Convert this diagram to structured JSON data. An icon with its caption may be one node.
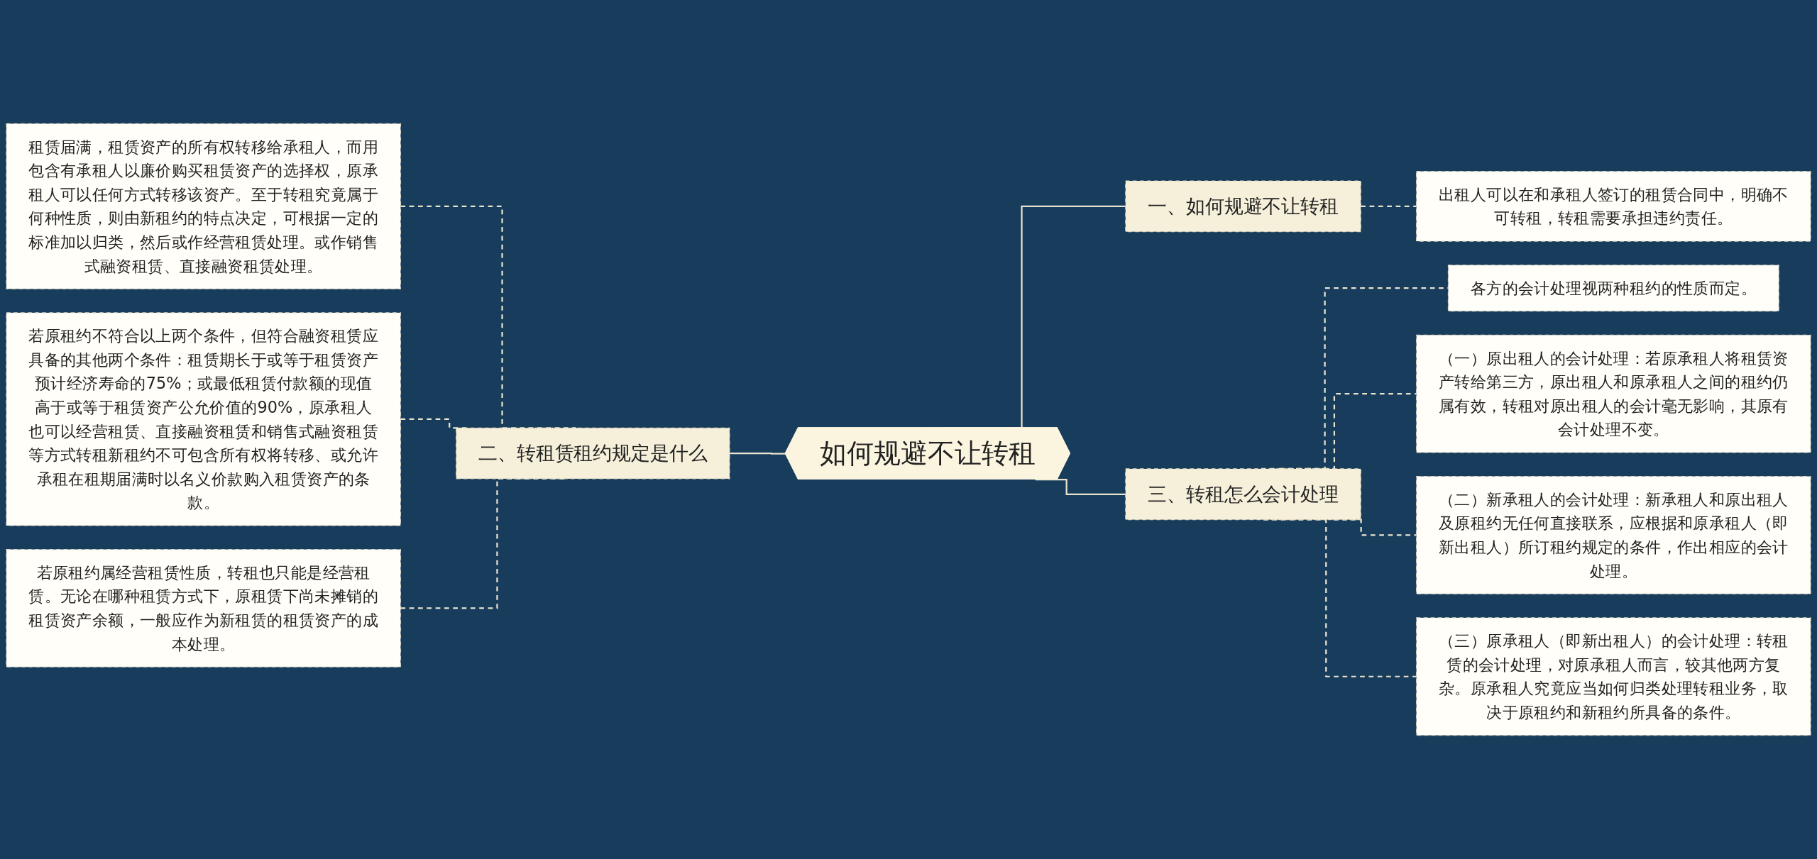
{
  "diagram": {
    "nodes": [
      {
        "text": [
          "如何规避不让转租"
        ]
      },
      {
        "text": [
          "一、如何规避不让转租"
        ]
      },
      {
        "text": [
          "出租人可以在和承租人签订的租赁合同中，明确不可转租，转租需要承担违约责任。"
        ]
      },
      {
        "text": [
          "二、转租赁租约规定是什么"
        ]
      },
      {
        "text": [
          "租赁届满，租赁资产的所有权转移给承租人，而用包含有承租人以廉价购买租赁资产的选择权，原承租人可以任何方式转移该资产。至于转租究竟属于何种性质，则由新租约的特点决定，可根据一定的标准加以归类，然后或作经营租赁处理。或作销售式融资租赁、直接融资租赁处理。"
        ]
      },
      {
        "text": [
          "若原租约不符合以上两个条件，但符合融资租赁应具备的其他两个条件：租赁期长于或等于租赁资产预计经济寿命的75%；或最低租赁付款额的现值高于或等于租赁资产公允价值的90%，原承租人也可以经营租赁、直接融资租赁和销售式融资租赁等方式转租新租约不可包含所有权将转移、或允许承租在租期届满时以名义价款购入租赁资产的条款。"
        ]
      },
      {
        "text": [
          "若原租约属经营租赁性质，转租也只能是经营租赁。无论在哪种租赁方式下，原租赁下尚未摊销的租赁资产余额，一般应作为新租赁的租赁资产的成本处理。"
        ]
      },
      {
        "text": [
          "三、转租怎么会计处理"
        ]
      },
      {
        "text": [
          "各方的会计处理视两种租约的性质而定。"
        ]
      },
      {
        "text": [
          "（一）原出租人的会计处理：若原承租人将租赁资产转给第三方，原出租人和原承租人之间的租约仍属有效，转租对原出租人的会计毫无影响，其原有会计处理不变。"
        ]
      },
      {
        "text": [
          "（二）新承租人的会计处理：新承租人和原出租人及原租约无任何直接联系，应根据和原承租人（即新出租人）所订租约规定的条件，作出相应的会计处理。"
        ]
      },
      {
        "text": [
          "（三）原承租人（即新出租人）的会计处理：转租赁的会计处理，对原承租人而言，较其他两方复杂。原承租人究竟应当如何归类处理转租业务，取决于原租约和新租约所具备的条件。"
        ]
      }
    ],
    "edges": [
      {
        "from": 0,
        "to": 1,
        "arrow": "none"
      },
      {
        "from": 1,
        "to": 2,
        "arrow": "none",
        "style": "dashed"
      },
      {
        "from": 3,
        "to": 0,
        "arrow": "none"
      },
      {
        "from": 4,
        "to": 3,
        "arrow": "none",
        "style": "dashed"
      },
      {
        "from": 5,
        "to": 3,
        "arrow": "none",
        "style": "dashed"
      },
      {
        "from": 6,
        "to": 3,
        "arrow": "none",
        "style": "dashed"
      },
      {
        "from": 0,
        "to": 7,
        "arrow": "none"
      },
      {
        "from": 7,
        "to": 8,
        "arrow": "none",
        "style": "dashed"
      },
      {
        "from": 7,
        "to": 9,
        "arrow": "none",
        "style": "dashed"
      },
      {
        "from": 7,
        "to": 10,
        "arrow": "none",
        "style": "dashed"
      },
      {
        "from": 7,
        "to": 11,
        "arrow": "none",
        "style": "dashed"
      }
    ]
  }
}
